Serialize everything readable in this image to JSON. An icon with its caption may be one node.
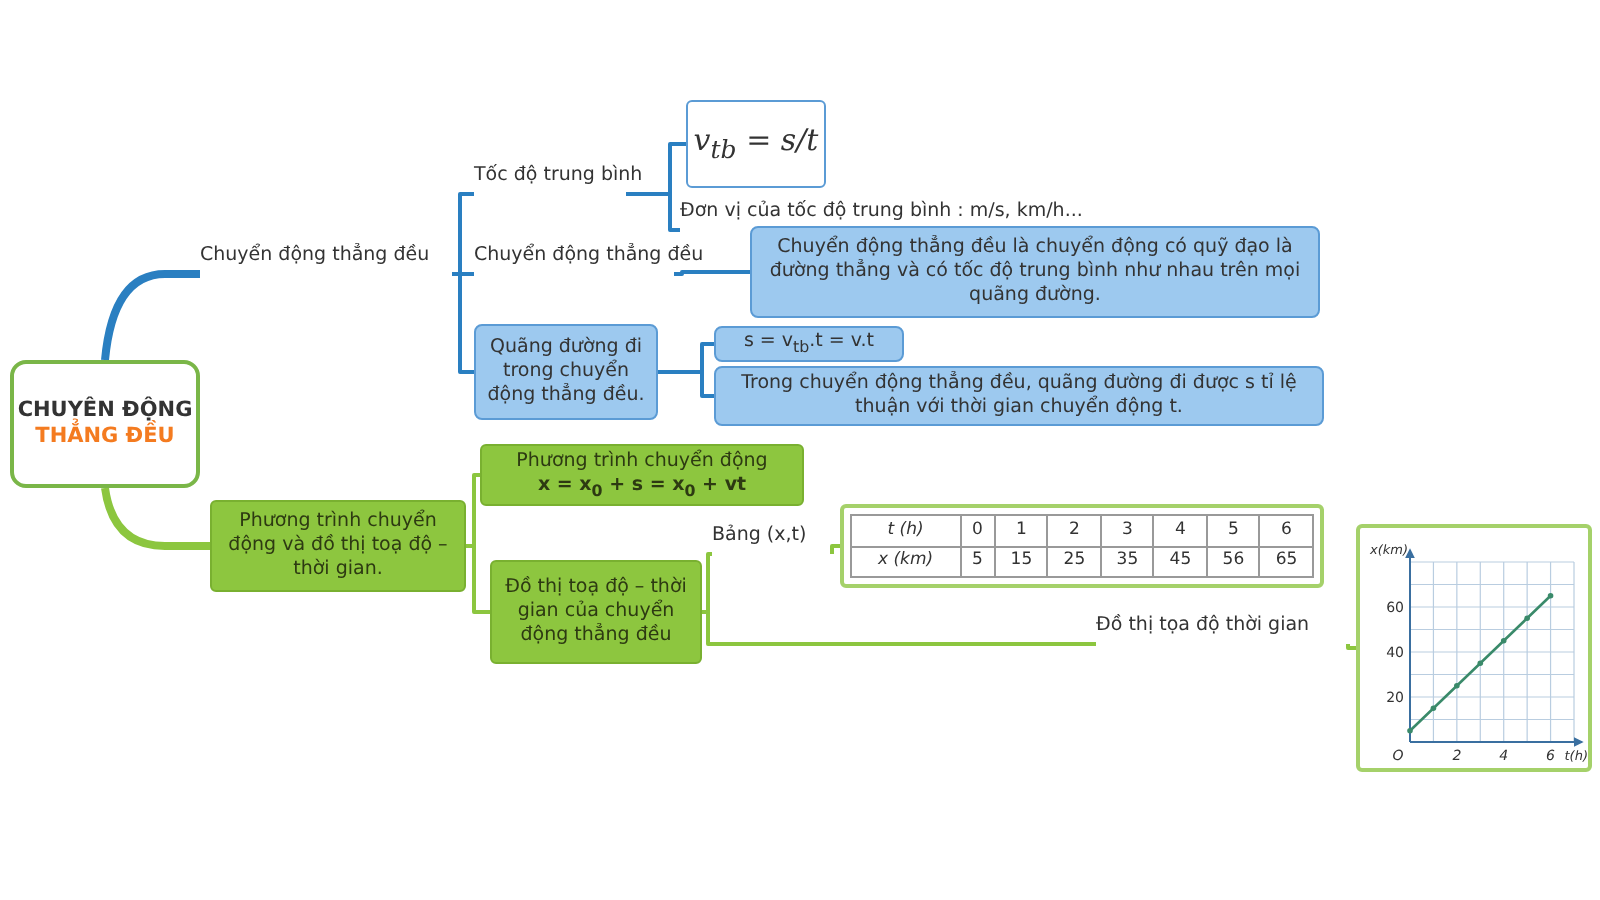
{
  "diagram": {
    "nodes": [
      {
        "text": [
          "CHUYÊN ĐỘNG",
          "THẲNG ĐỀU"
        ]
      },
      {
        "text": [
          "Chuyển động thẳng đều"
        ]
      },
      {
        "text": [
          "Tốc độ trung bình"
        ]
      },
      {
        "text": [
          "v$_{tb}$ = s/t"
        ]
      },
      {
        "text": [
          "Đơn vị của tốc độ trung bình : m/s, km/h..."
        ]
      },
      {
        "text": [
          "Chuyển động thẳng đều"
        ]
      },
      {
        "text": [
          "Chuyển động thẳng đều là chuyển động có quỹ đạo là đường thẳng và có tốc độ trung bình như nhau trên mọi quãng đường."
        ]
      },
      {
        "text": [
          "Quãng đường đi trong chuyển động thẳng đều."
        ]
      },
      {
        "text": [
          "s = v$_{tb}$.t = v.t"
        ]
      },
      {
        "text": [
          "Trong chuyển động thẳng đều, quãng đường đi được s tỉ lệ thuận với thời gian chuyển động t."
        ]
      },
      {
        "text": [
          "Phương trình chuyển động và đồ thị toạ độ – thời gian."
        ]
      },
      {
        "text": [
          "Phương trình chuyển động",
          "x = x$_{0}$ + s = x$_{0}$ + vt"
        ]
      },
      {
        "text": [
          "Đồ thị toạ độ – thời gian của chuyển động thẳng đều"
        ]
      },
      {
        "text": [
          "Bảng (x,t)"
        ]
      },
      {
        "text": [
          "t (h)",
          "0",
          "1",
          "2",
          "3",
          "4",
          "5",
          "6",
          "x (km)",
          "5",
          "15",
          "25",
          "35",
          "45",
          "56",
          "65"
        ]
      },
      {
        "text": [
          "Đồ thị tọa độ thời gian"
        ]
      },
      {
        "text": [],
        "shape": "box"
      }
    ],
    "edges": [
      {
        "from": 0,
        "to": 1,
        "arrow": "none",
        "style": "thick"
      },
      {
        "from": 1,
        "to": 2,
        "arrow": "none"
      },
      {
        "from": 2,
        "to": 3,
        "arrow": "none"
      },
      {
        "from": 2,
        "to": 4,
        "arrow": "none"
      },
      {
        "from": 1,
        "to": 5,
        "arrow": "none"
      },
      {
        "from": 5,
        "to": 6,
        "arrow": "none"
      },
      {
        "from": 1,
        "to": 7,
        "arrow": "none"
      },
      {
        "from": 7,
        "to": 8,
        "arrow": "none"
      },
      {
        "from": 7,
        "to": 9,
        "arrow": "none"
      },
      {
        "from": 0,
        "to": 10,
        "arrow": "none",
        "style": "thick",
        "color": "#8cc63f"
      },
      {
        "from": 10,
        "to": 11,
        "arrow": "none",
        "color": "#8cc63f"
      },
      {
        "from": 10,
        "to": 12,
        "arrow": "none",
        "color": "#8cc63f"
      },
      {
        "from": 12,
        "to": 13,
        "arrow": "none",
        "color": "#8cc63f"
      },
      {
        "from": 13,
        "to": 14,
        "arrow": "none",
        "color": "#8cc63f"
      },
      {
        "from": 12,
        "to": 15,
        "arrow": "none",
        "color": "#8cc63f"
      },
      {
        "from": 15,
        "to": 16,
        "arrow": "none",
        "color": "#8cc63f"
      }
    ],
    "chart_data": {
      "type": "line",
      "xlabel": "t(h)",
      "ylabel": "x(km)",
      "x": [
        0,
        1,
        2,
        3,
        4,
        5,
        6
      ],
      "series": [
        {
          "color": "#3a8a6a",
          "values": [
            5,
            15,
            25,
            35,
            45,
            55,
            65
          ]
        }
      ],
      "xlim": [
        0,
        7
      ],
      "ylim": [
        0,
        80
      ],
      "grid": true,
      "xticks": [
        {
          "value": 0,
          "label": "O"
        },
        2,
        4,
        6
      ],
      "yticks": [
        20,
        40,
        60
      ]
    }
  }
}
